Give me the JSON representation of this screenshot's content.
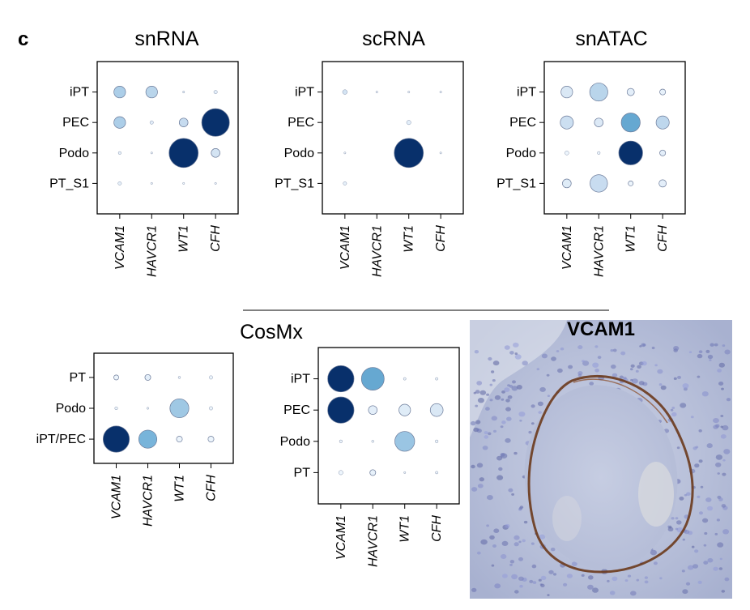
{
  "panel_letter": "c",
  "section_title": "CosMx",
  "photo": {
    "title": "VCAM1"
  },
  "colors": {
    "dot_scale": [
      "#f7fbff",
      "#08306b"
    ],
    "dot_edge": "#6b7a99",
    "frame": "#000000"
  },
  "chart_data": [
    {
      "type": "scatter",
      "subtype": "dot-plot",
      "title": "snRNA",
      "columns": [
        "VCAM1",
        "HAVCR1",
        "WT1",
        "CFH"
      ],
      "rows": [
        "iPT",
        "PEC",
        "Podo",
        "PT_S1"
      ],
      "dot_size": [
        [
          0.4,
          0.4,
          0.06,
          0.12
        ],
        [
          0.4,
          0.12,
          0.3,
          0.95
        ],
        [
          0.1,
          0.06,
          1.0,
          0.3
        ],
        [
          0.12,
          0.05,
          0.04,
          0.06
        ]
      ],
      "dot_color": [
        [
          0.35,
          0.3,
          0.1,
          0.1
        ],
        [
          0.35,
          0.1,
          0.25,
          1.0
        ],
        [
          0.08,
          0.05,
          1.0,
          0.18
        ],
        [
          0.08,
          0.05,
          0.05,
          0.05
        ]
      ]
    },
    {
      "type": "scatter",
      "subtype": "dot-plot",
      "title": "scRNA",
      "columns": [
        "VCAM1",
        "HAVCR1",
        "WT1",
        "CFH"
      ],
      "rows": [
        "iPT",
        "PEC",
        "Podo",
        "PT_S1"
      ],
      "dot_size": [
        [
          0.16,
          0.03,
          0.05,
          0.04
        ],
        [
          0.0,
          0.0,
          0.15,
          0.0
        ],
        [
          0.02,
          0.0,
          1.0,
          0.04
        ],
        [
          0.12,
          0.0,
          0.0,
          0.0
        ]
      ],
      "dot_color": [
        [
          0.18,
          0.05,
          0.05,
          0.05
        ],
        [
          0.0,
          0.0,
          0.1,
          0.0
        ],
        [
          0.03,
          0.0,
          1.0,
          0.05
        ],
        [
          0.08,
          0.0,
          0.0,
          0.0
        ]
      ]
    },
    {
      "type": "scatter",
      "subtype": "dot-plot",
      "title": "snATAC",
      "columns": [
        "VCAM1",
        "HAVCR1",
        "WT1",
        "CFH"
      ],
      "rows": [
        "iPT",
        "PEC",
        "Podo",
        "PT_S1"
      ],
      "dot_size": [
        [
          0.4,
          0.62,
          0.25,
          0.2
        ],
        [
          0.45,
          0.3,
          0.65,
          0.45
        ],
        [
          0.14,
          0.1,
          0.82,
          0.2
        ],
        [
          0.3,
          0.6,
          0.17,
          0.25
        ]
      ],
      "dot_color": [
        [
          0.15,
          0.3,
          0.1,
          0.08
        ],
        [
          0.22,
          0.14,
          0.62,
          0.28
        ],
        [
          0.05,
          0.05,
          1.0,
          0.1
        ],
        [
          0.12,
          0.24,
          0.05,
          0.1
        ]
      ]
    },
    {
      "type": "scatter",
      "subtype": "dot-plot",
      "title": "",
      "columns": [
        "VCAM1",
        "HAVCR1",
        "WT1",
        "CFH"
      ],
      "rows": [
        "PT",
        "Podo",
        "iPT/PEC"
      ],
      "dot_size": [
        [
          0.17,
          0.2,
          0.08,
          0.12
        ],
        [
          0.1,
          0.07,
          0.65,
          0.12
        ],
        [
          0.9,
          0.62,
          0.2,
          0.2
        ]
      ],
      "dot_color": [
        [
          0.05,
          0.1,
          0.05,
          0.05
        ],
        [
          0.05,
          0.05,
          0.4,
          0.05
        ],
        [
          1.0,
          0.55,
          0.05,
          0.05
        ]
      ]
    },
    {
      "type": "scatter",
      "subtype": "dot-plot",
      "title": "",
      "columns": [
        "VCAM1",
        "HAVCR1",
        "WT1",
        "CFH"
      ],
      "rows": [
        "iPT",
        "PEC",
        "Podo",
        "PT"
      ],
      "dot_size": [
        [
          0.9,
          0.78,
          0.09,
          0.09
        ],
        [
          0.9,
          0.3,
          0.4,
          0.44
        ],
        [
          0.1,
          0.08,
          0.68,
          0.1
        ],
        [
          0.15,
          0.2,
          0.06,
          0.09
        ]
      ],
      "dot_color": [
        [
          1.0,
          0.62,
          0.05,
          0.05
        ],
        [
          1.0,
          0.1,
          0.12,
          0.15
        ],
        [
          0.05,
          0.05,
          0.42,
          0.05
        ],
        [
          0.05,
          0.08,
          0.05,
          0.05
        ]
      ]
    }
  ]
}
